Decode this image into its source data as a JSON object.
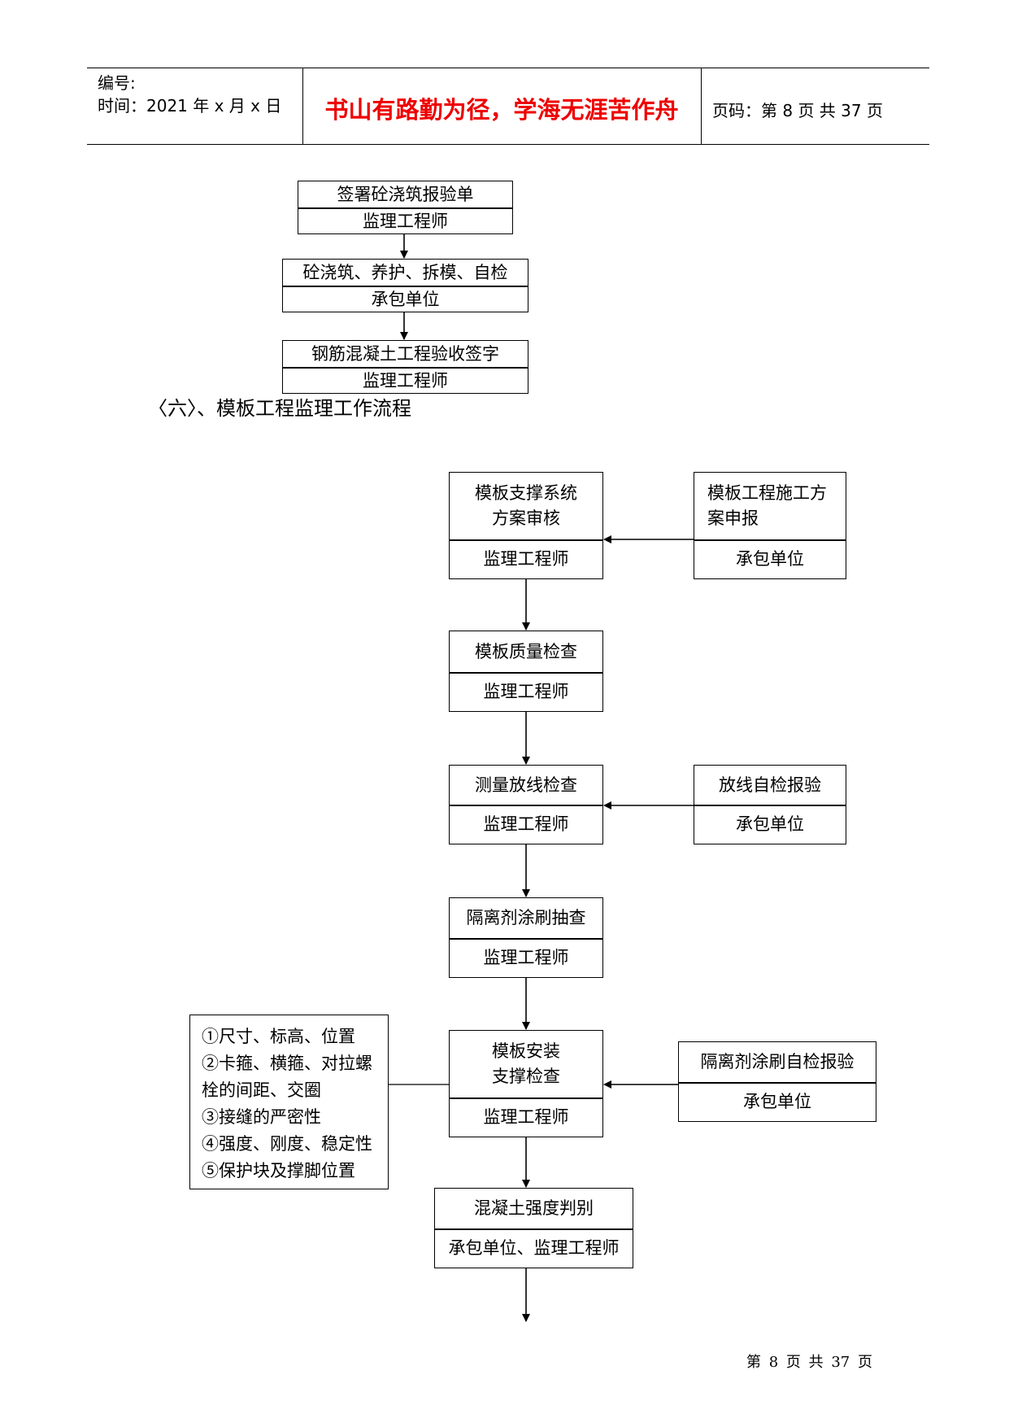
{
  "header": {
    "serial_label": "编号:",
    "time_label": "时间：2021 年 x 月 x 日",
    "motto": "书山有路勤为径，学海无涯苦作舟",
    "page_info": "页码：第 8 页  共 37 页"
  },
  "upper_flow": [
    {
      "title": "签署砼浇筑报验单",
      "role": "监理工程师"
    },
    {
      "title": "砼浇筑、养护、拆模、自检",
      "role": "承包单位"
    },
    {
      "title": "钢筋混凝土工程验收签字",
      "role": "监理工程师"
    }
  ],
  "section_title": "〈六〉、模板工程监理工作流程",
  "main_flow": [
    {
      "title": "模板支撑系统\n方案审核",
      "role": "监理工程师"
    },
    {
      "title": "模板质量检查",
      "role": "监理工程师"
    },
    {
      "title": "测量放线检查",
      "role": "监理工程师"
    },
    {
      "title": "隔离剂涂刷抽查",
      "role": "监理工程师"
    },
    {
      "title": "模板安装\n支撑检查",
      "role": "监理工程师"
    },
    {
      "title": "混凝土强度判别",
      "role": "承包单位、监理工程师"
    }
  ],
  "side_flow": [
    {
      "title": "模板工程施工方\n案申报",
      "role": "承包单位"
    },
    {
      "title": "放线自检报验",
      "role": "承包单位"
    },
    {
      "title": "隔离剂涂刷自检报验",
      "role": "承包单位"
    }
  ],
  "check_items": [
    "①尺寸、标高、位置",
    "②卡箍、横箍、对拉螺",
    "栓的间距、交圈",
    "③接缝的严密性",
    "④强度、刚度、稳定性",
    "⑤保护块及撑脚位置"
  ],
  "footer": "第 8 页 共 37 页"
}
